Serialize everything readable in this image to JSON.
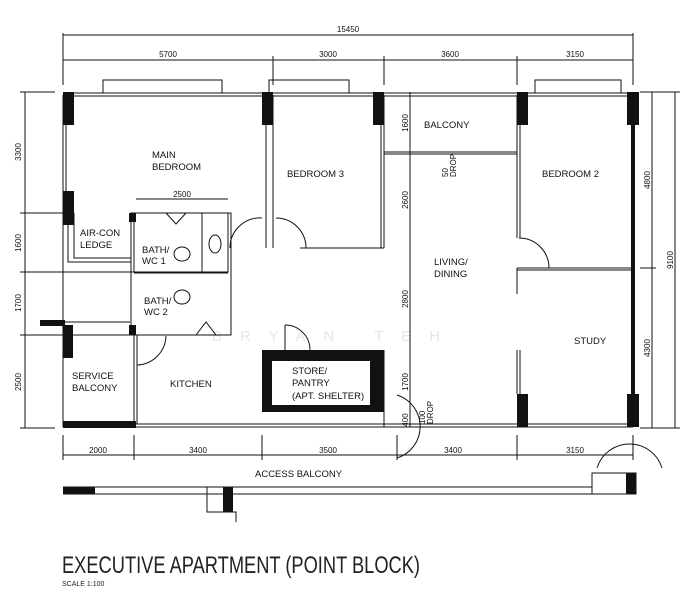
{
  "title": "EXECUTIVE APARTMENT (POINT BLOCK)",
  "scale": "SCALE   1:100",
  "watermark": "BRYAN TEH",
  "dimensions": {
    "top_total": "15450",
    "top": [
      "5700",
      "3000",
      "3600",
      "3150"
    ],
    "left": [
      "3300",
      "1600",
      "1700",
      "2500"
    ],
    "right_inner": [
      "4800",
      "4300"
    ],
    "right_total": "9100",
    "bottom": [
      "2000",
      "3400",
      "3500",
      "3400",
      "3150"
    ],
    "bath_width": "2500",
    "living": [
      "1600",
      "2600",
      "2800",
      "1700",
      "400"
    ]
  },
  "rooms": {
    "main_bedroom": [
      "MAIN",
      "BEDROOM"
    ],
    "bedroom3": "BEDROOM  3",
    "balcony": "BALCONY",
    "bedroom2": "BEDROOM  2",
    "living": [
      "LIVING/",
      "DINING"
    ],
    "study": "STUDY",
    "bath1": [
      "BATH/",
      "WC  1"
    ],
    "bath2": [
      "BATH/",
      "WC  2"
    ],
    "aircon": [
      "AIR-CON",
      "LEDGE"
    ],
    "service_balcony": [
      "SERVICE",
      "BALCONY"
    ],
    "kitchen": "KITCHEN",
    "store": [
      "STORE/",
      "PANTRY",
      "(APT.  SHELTER)"
    ],
    "access_balcony": "ACCESS  BALCONY"
  },
  "notes": {
    "drop50": [
      "50",
      "DROP"
    ],
    "drop100": [
      "100",
      "DROP"
    ]
  }
}
